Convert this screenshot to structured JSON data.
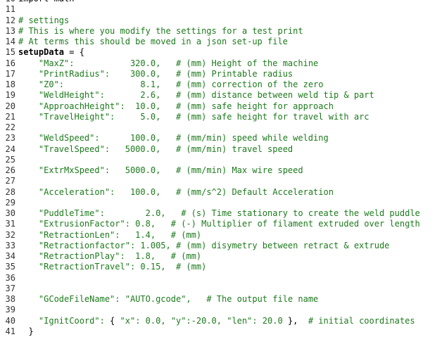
{
  "editor": {
    "lines": [
      {
        "n": "10",
        "tokens": [
          {
            "t": "import math",
            "c": "tx"
          }
        ]
      },
      {
        "n": "11",
        "tokens": []
      },
      {
        "n": "12",
        "tokens": [
          {
            "t": "# settings",
            "c": "cm"
          }
        ]
      },
      {
        "n": "13",
        "tokens": [
          {
            "t": "# This is where you modify the settings for a test print",
            "c": "cm"
          }
        ]
      },
      {
        "n": "14",
        "tokens": [
          {
            "t": "# At terms this should be moved in a json set-up file",
            "c": "cm"
          }
        ]
      },
      {
        "n": "15",
        "tokens": [
          {
            "t": "setupData",
            "c": "kw"
          },
          {
            "t": " = {",
            "c": "tx"
          }
        ]
      },
      {
        "n": "16",
        "tokens": [
          {
            "t": "    \"MaxZ\":",
            "c": "st"
          },
          {
            "t": "           320.0,",
            "c": "nm"
          },
          {
            "t": "   # (mm) Height of the machine",
            "c": "cm"
          }
        ]
      },
      {
        "n": "17",
        "tokens": [
          {
            "t": "    \"PrintRadius\":",
            "c": "st"
          },
          {
            "t": "    300.0,",
            "c": "nm"
          },
          {
            "t": "   # (mm) Printable radius",
            "c": "cm"
          }
        ]
      },
      {
        "n": "18",
        "tokens": [
          {
            "t": "    \"Z0\":",
            "c": "st"
          },
          {
            "t": "               8.1,",
            "c": "nm"
          },
          {
            "t": "   # (mm) correction of the zero",
            "c": "cm"
          }
        ]
      },
      {
        "n": "19",
        "tokens": [
          {
            "t": "    \"WeldHeight\":",
            "c": "st"
          },
          {
            "t": "       2.6,",
            "c": "nm"
          },
          {
            "t": "   # (mm) distance between weld tip & part",
            "c": "cm"
          }
        ]
      },
      {
        "n": "20",
        "tokens": [
          {
            "t": "    \"ApproachHeight\":",
            "c": "st"
          },
          {
            "t": "  10.0,",
            "c": "nm"
          },
          {
            "t": "   # (mm) safe height for approach",
            "c": "cm"
          }
        ]
      },
      {
        "n": "21",
        "tokens": [
          {
            "t": "    \"TravelHeight\":",
            "c": "st"
          },
          {
            "t": "     5.0,",
            "c": "nm"
          },
          {
            "t": "   # (mm) safe height for travel with arc",
            "c": "cm"
          }
        ]
      },
      {
        "n": "22",
        "tokens": []
      },
      {
        "n": "23",
        "tokens": [
          {
            "t": "    \"WeldSpeed\":",
            "c": "st"
          },
          {
            "t": "      100.0,",
            "c": "nm"
          },
          {
            "t": "   # (mm/min) speed while welding",
            "c": "cm"
          }
        ]
      },
      {
        "n": "24",
        "tokens": [
          {
            "t": "    \"TravelSpeed\":",
            "c": "st"
          },
          {
            "t": "   5000.0,",
            "c": "nm"
          },
          {
            "t": "   # (mm/min) travel speed",
            "c": "cm"
          }
        ]
      },
      {
        "n": "25",
        "tokens": []
      },
      {
        "n": "26",
        "tokens": [
          {
            "t": "    \"ExtrMxSpeed\":",
            "c": "st"
          },
          {
            "t": "   5000.0,",
            "c": "nm"
          },
          {
            "t": "   # (mm/min) Max wire speed",
            "c": "cm"
          }
        ]
      },
      {
        "n": "27",
        "tokens": []
      },
      {
        "n": "28",
        "tokens": [
          {
            "t": "    \"Acceleration\":",
            "c": "st"
          },
          {
            "t": "   100.0,",
            "c": "nm"
          },
          {
            "t": "   # (mm/s^2) Default Acceleration",
            "c": "cm"
          }
        ]
      },
      {
        "n": "29",
        "tokens": []
      },
      {
        "n": "30",
        "tokens": [
          {
            "t": "    \"PuddleTime\":",
            "c": "st"
          },
          {
            "t": "        2.0,",
            "c": "nm"
          },
          {
            "t": "   # (s) Time stationary to create the weld puddle",
            "c": "cm"
          }
        ]
      },
      {
        "n": "31",
        "tokens": [
          {
            "t": "    \"ExtrusionFactor\":",
            "c": "st"
          },
          {
            "t": " 0.8,",
            "c": "nm"
          },
          {
            "t": "   # (-) Multiplier of filament extruded over length",
            "c": "cm"
          }
        ]
      },
      {
        "n": "32",
        "tokens": [
          {
            "t": "    \"RetractionLen\":",
            "c": "st"
          },
          {
            "t": "   1.4,",
            "c": "nm"
          },
          {
            "t": "   # (mm)",
            "c": "cm"
          }
        ]
      },
      {
        "n": "33",
        "tokens": [
          {
            "t": "    \"Retractionfactor\":",
            "c": "st"
          },
          {
            "t": " 1.005,",
            "c": "nm"
          },
          {
            "t": " # (mm) disymetry between retract & extrude",
            "c": "cm"
          }
        ]
      },
      {
        "n": "34",
        "tokens": [
          {
            "t": "    \"RetractionPlay\":",
            "c": "st"
          },
          {
            "t": "  1.8,",
            "c": "nm"
          },
          {
            "t": "   # (mm)",
            "c": "cm"
          }
        ]
      },
      {
        "n": "35",
        "tokens": [
          {
            "t": "    \"RetractionTravel\":",
            "c": "st"
          },
          {
            "t": " 0.15,",
            "c": "nm"
          },
          {
            "t": "  # (mm)",
            "c": "cm"
          }
        ]
      },
      {
        "n": "36",
        "tokens": []
      },
      {
        "n": "37",
        "tokens": []
      },
      {
        "n": "38",
        "tokens": [
          {
            "t": "    \"GCodeFileName\":",
            "c": "st"
          },
          {
            "t": " \"AUTO.gcode\",",
            "c": "st"
          },
          {
            "t": "   # The output file name",
            "c": "cm"
          }
        ]
      },
      {
        "n": "39",
        "tokens": []
      },
      {
        "n": "40",
        "tokens": [
          {
            "t": "    \"IgnitCoord\":",
            "c": "st"
          },
          {
            "t": " { ",
            "c": "tx"
          },
          {
            "t": "\"x\": 0.0, \"y\":-20.0, \"len\": 20.0",
            "c": "st"
          },
          {
            "t": " },",
            "c": "tx"
          },
          {
            "t": "  # initial coordinates",
            "c": "cm"
          }
        ]
      },
      {
        "n": "41",
        "tokens": [
          {
            "t": "  }",
            "c": "tx"
          }
        ]
      }
    ]
  }
}
